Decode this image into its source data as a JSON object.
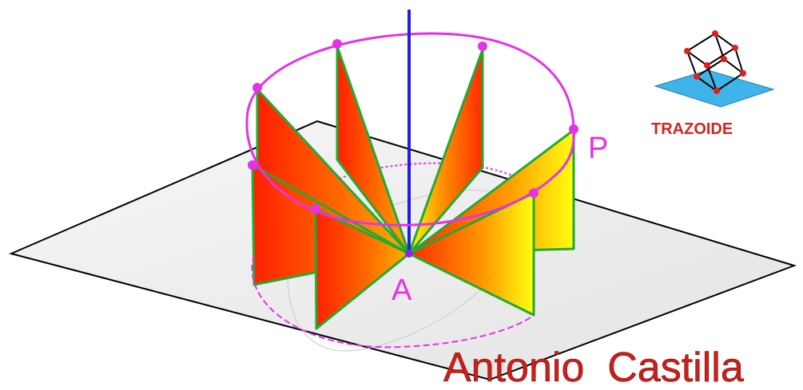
{
  "figure": {
    "point_p": "P",
    "point_a": "A",
    "author": "Antonio  Castilla",
    "logo": {
      "name": "TRAZOIDE",
      "icon": "cube-on-plane-icon"
    }
  },
  "colors": {
    "plane_fill": "#ededed",
    "plane_stroke": "#000000",
    "axis": "#1f1fe0",
    "circle": "#e632e6",
    "edge": "#22aa33",
    "gradient_start": "#ff2a00",
    "gradient_end": "#ffff00",
    "author": "#cc1f1a",
    "logo_plane": "#3fb4e8",
    "logo_text": "#d8221c"
  }
}
